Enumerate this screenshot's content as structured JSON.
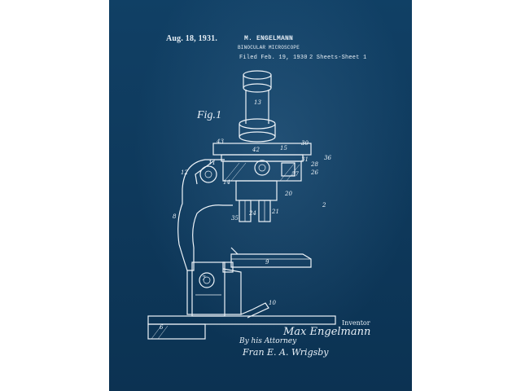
{
  "patent": {
    "date": "Aug. 18, 1931.",
    "inventor_header": "M. ENGELMANN",
    "title": "BINOCULAR MICROSCOPE",
    "filed": "Filed Feb. 19, 1930",
    "sheets": "2 Sheets-Sheet 1"
  },
  "figure": {
    "label": "Fig.1"
  },
  "signature": {
    "inventor_label": "Inventor",
    "inventor_name": "Max Engelmann",
    "by_line": "By his Attorney",
    "attorney_name": "Fran E. A. Wrigsby"
  },
  "callouts": [
    "13",
    "30",
    "15",
    "36",
    "43",
    "42",
    "11",
    "31",
    "28",
    "12",
    "26",
    "14",
    "27",
    "20",
    "35",
    "24",
    "21",
    "2",
    "8",
    "9",
    "7",
    "10",
    "6"
  ],
  "colors": {
    "background": "#ffffff",
    "blueprint": "#0f3d61",
    "ink": "#eef4f9"
  }
}
